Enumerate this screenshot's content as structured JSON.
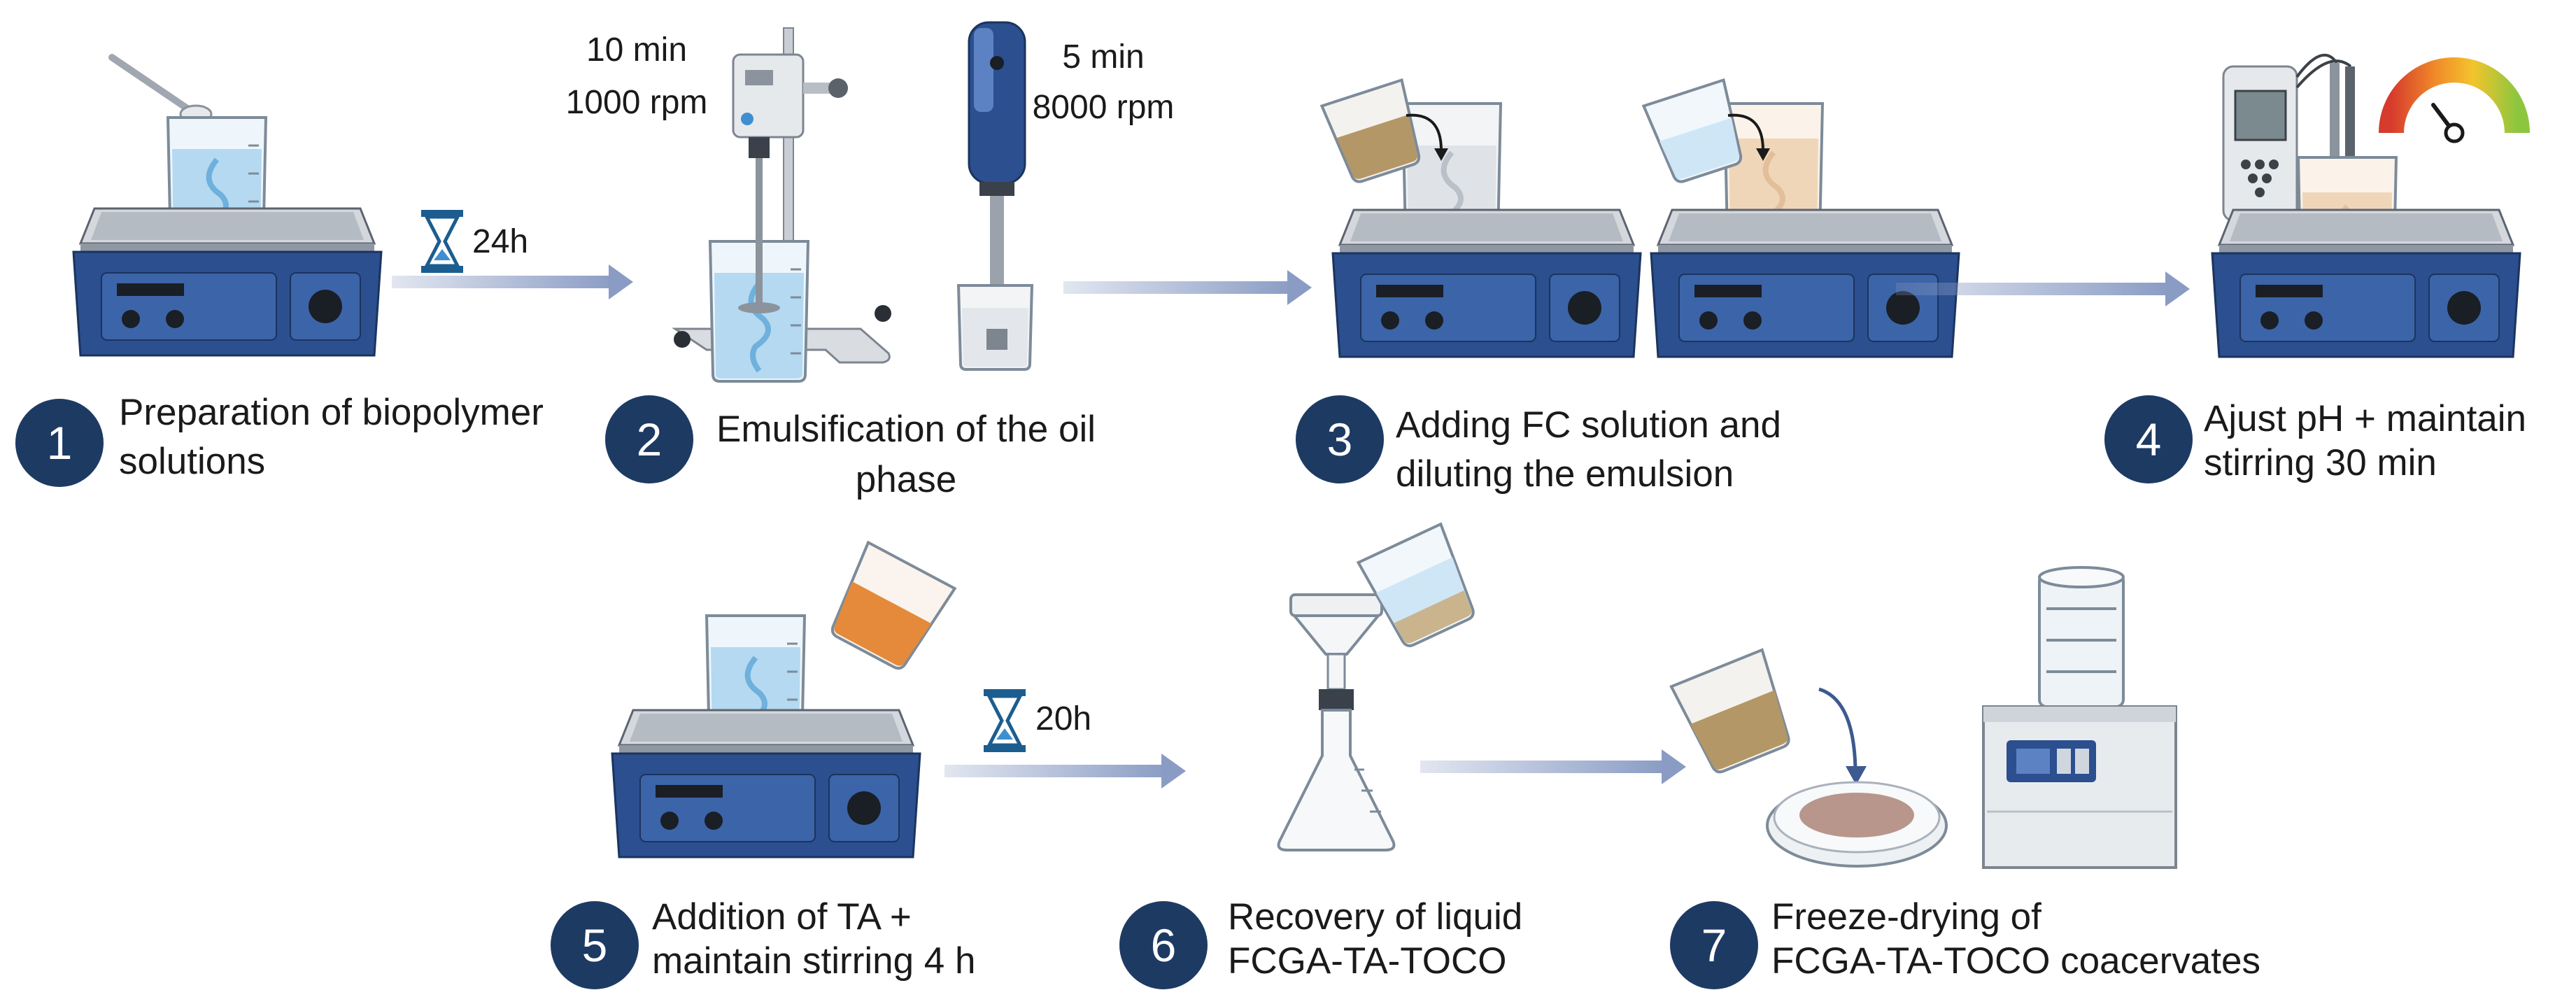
{
  "colors": {
    "badge": "#1d3a63",
    "arrow": "#8a9cc4",
    "stirrer_body": "#2b4f8f",
    "hourglass": "#1c5d8f",
    "orange_liquid": "#e58a3a",
    "tan_liquid": "#c9b48d"
  },
  "steps": [
    {
      "number": "1",
      "label_lines": [
        "Preparation of biopolymer",
        "solutions"
      ]
    },
    {
      "number": "2",
      "label_lines": [
        "Emulsification of the oil",
        "phase"
      ]
    },
    {
      "number": "3",
      "label_lines": [
        "Adding FC solution and",
        "diluting the emulsion"
      ]
    },
    {
      "number": "4",
      "label_lines": [
        "Ajust pH + maintain",
        "stirring 30 min"
      ]
    },
    {
      "number": "5",
      "label_lines": [
        "Addition of TA +",
        "maintain stirring 4 h"
      ]
    },
    {
      "number": "6",
      "label_lines": [
        "Recovery of liquid",
        "FCGA-TA-TOCO"
      ]
    },
    {
      "number": "7",
      "label_lines": [
        "Freeze-drying of",
        "FCGA-TA-TOCO coacervates"
      ]
    }
  ],
  "conditions": {
    "mixer_1": [
      "10 min",
      "1000 rpm"
    ],
    "mixer_2": [
      "5 min",
      "8000 rpm"
    ]
  },
  "timers": {
    "first": "24h",
    "second": "20h"
  },
  "icons": [
    "hotplate-stirrer-icon",
    "beaker-icon",
    "overhead-stirrer-icon",
    "homogenizer-icon",
    "hourglass-icon",
    "ph-meter-icon",
    "gauge-icon",
    "buchner-funnel-icon",
    "erlenmeyer-flask-icon",
    "petri-dish-icon",
    "freeze-dryer-icon",
    "arrow-icon"
  ]
}
